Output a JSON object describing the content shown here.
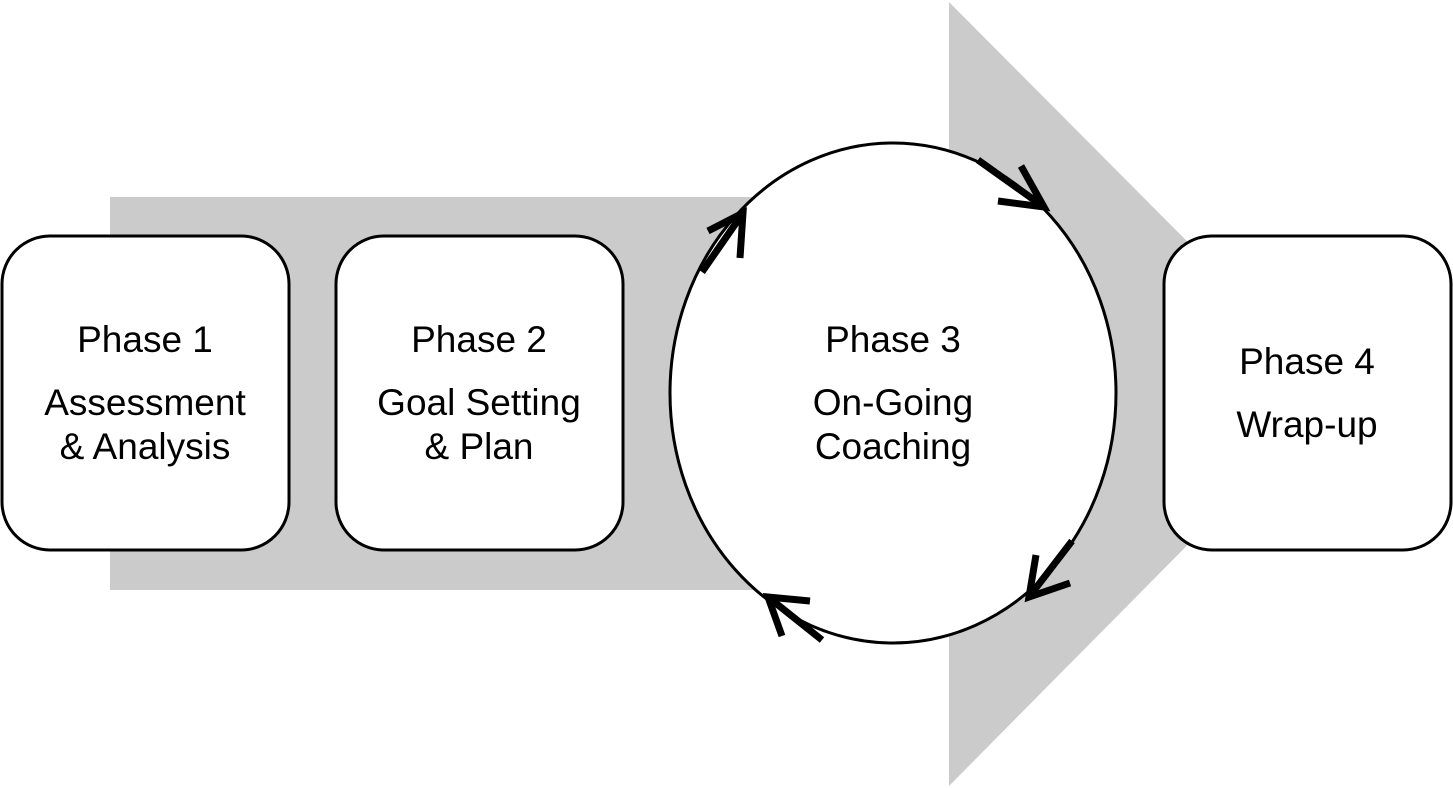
{
  "diagram": {
    "phases": [
      {
        "title": "Phase 1",
        "lines": [
          "Assessment",
          "& Analysis"
        ]
      },
      {
        "title": "Phase 2",
        "lines": [
          "Goal Setting",
          "& Plan"
        ]
      },
      {
        "title": "Phase 3",
        "lines": [
          "On-Going",
          "Coaching"
        ]
      },
      {
        "title": "Phase 4",
        "lines": [
          "Wrap-up"
        ]
      }
    ]
  },
  "colors": {
    "arrow_fill": "#cbcbcb",
    "box_fill": "#ffffff",
    "stroke": "#000000"
  }
}
